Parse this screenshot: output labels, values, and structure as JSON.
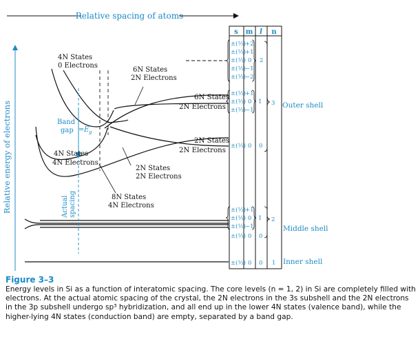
{
  "top_axis_label": "Relative spacing of atoms",
  "left_axis_label": "Relative energy of electrons",
  "table_headers": {
    "s": "s",
    "m": "m",
    "l": "l",
    "n": "n"
  },
  "rows": {
    "outer_p": {
      "spins": [
        "±(½)",
        "±(½)",
        "±(½)",
        "±(½)",
        "±(½)"
      ],
      "m": [
        "+2",
        "+1",
        "0",
        "−1",
        "−2"
      ],
      "l": "2"
    },
    "outer_mid": {
      "spins": [
        "±(½)",
        "±(½)",
        "±(½)"
      ],
      "m": [
        "+1",
        "0",
        "−1"
      ],
      "l": "1"
    },
    "outer_s": {
      "spin": "±(½)",
      "m": "0",
      "l": "0"
    },
    "outer_n": "3",
    "middle_p": {
      "spins": [
        "±(½)",
        "±(½)",
        "±(½)"
      ],
      "m": [
        "+1",
        "0",
        "−1"
      ],
      "l": "1"
    },
    "middle_s": {
      "spin": "±(½)",
      "m": "0",
      "l": "0"
    },
    "middle_n": "2",
    "inner_s": {
      "spin": "±(½)",
      "m": "0",
      "l": "0",
      "n": "1"
    }
  },
  "shells": {
    "outer": "Outer shell",
    "middle": "Middle shell",
    "inner": "Inner shell"
  },
  "labels": {
    "cb_states": "4N States",
    "cb_electrons": "0 Electrons",
    "six_n_upper_states": "6N States",
    "six_n_upper_electrons": "2N Electrons",
    "six_n_right_states": "6N States",
    "six_n_right_electrons": "2N Electrons",
    "two_n_right_states": "2N States",
    "two_n_right_electrons": "2N Electrons",
    "vb_states": "4N States",
    "vb_electrons": "4N Electrons",
    "two_n_mid_states": "2N States",
    "two_n_mid_electrons": "2N Electrons",
    "eight_n_states": "8N States",
    "eight_n_electrons": "4N Electrons",
    "band_gap_line1": "Band",
    "band_gap_line2": "gap",
    "eg_symbol": "E",
    "eg_subscript": "g",
    "eg_equals": "=",
    "actual_spacing_line1": "Actual",
    "actual_spacing_line2": "spacing"
  },
  "caption": {
    "title": "Figure 3–3",
    "text": "Energy levels in Si as a function of interatomic spacing. The core levels (n = 1, 2) in Si are completely filled with electrons. At the actual atomic spacing of the crystal, the 2N electrons in the 3s subshell and the 2N electrons in the 3p subshell undergo sp³ hybridization, and all end up in the lower 4N states (valence band), while the higher-lying 4N states (conduction band) are empty, separated by a band gap."
  },
  "colors": {
    "accent": "#1a8bc6",
    "ink": "#111111"
  }
}
